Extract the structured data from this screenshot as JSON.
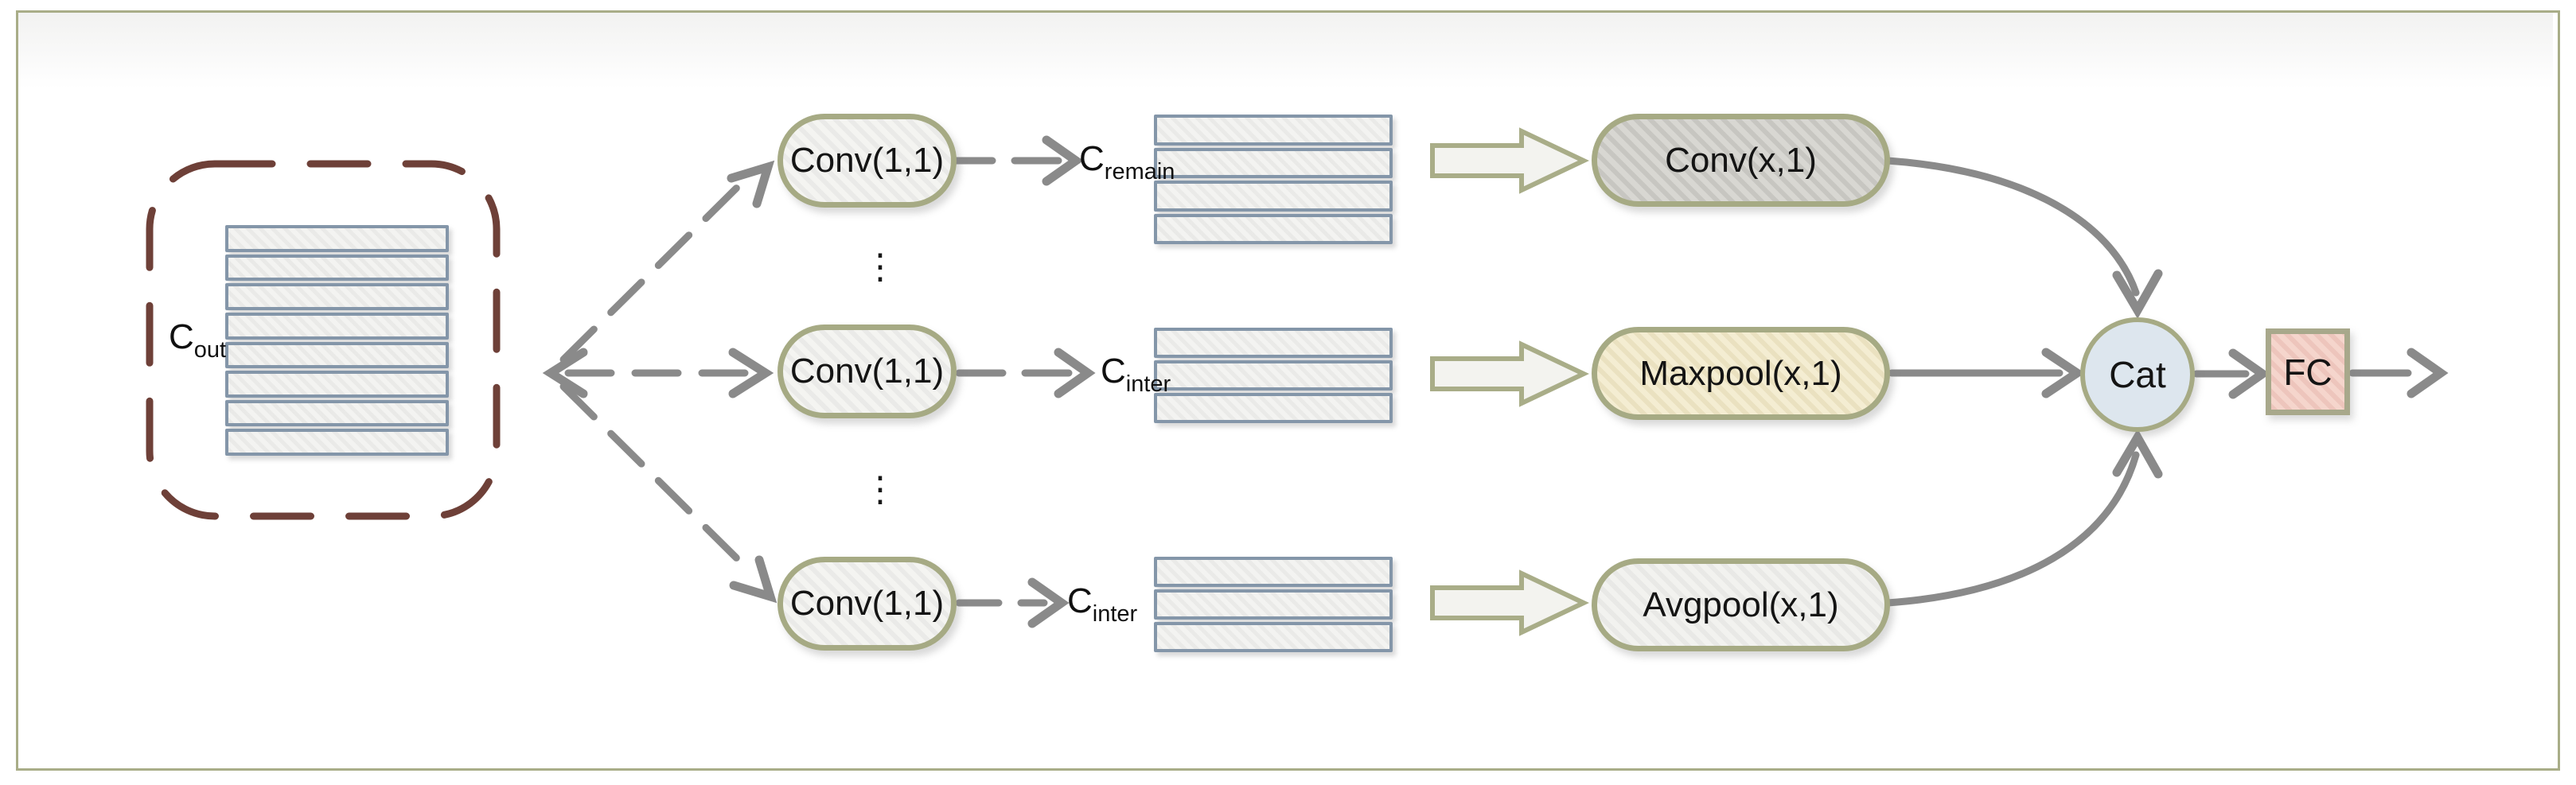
{
  "palette": {
    "frame_border": "#a9ad88",
    "line_gray": "#8a8a8a",
    "dashed_region": "#6e4038",
    "olive_border": "#a6aa84",
    "bar_border": "#8496a9",
    "bar_fill": "#f3f3f1",
    "conv_fill": "#f4f4f1",
    "convx_fill": "#d8d7d2",
    "maxpool_fill": "#f4edd2",
    "avgpool_fill": "#f2f2ef",
    "cat_fill": "#dde6ee",
    "fc_fill": "#f5d5cc"
  },
  "input": {
    "label_base": "C",
    "label_sub": "out",
    "channel_bars": 8
  },
  "branches": [
    {
      "conv_label": "Conv(1,1)",
      "out_base": "C",
      "out_sub": "remain",
      "bars": 4,
      "op_label": "Conv(x,1)"
    },
    {
      "conv_label": "Conv(1,1)",
      "out_base": "C",
      "out_sub": "inter",
      "bars": 3,
      "op_label": "Maxpool(x,1)"
    },
    {
      "conv_label": "Conv(1,1)",
      "out_base": "C",
      "out_sub": "inter",
      "bars": 3,
      "op_label": "Avgpool(x,1)"
    }
  ],
  "ellipsis": "⋮",
  "merge": {
    "label": "Cat"
  },
  "fc": {
    "label": "FC"
  }
}
